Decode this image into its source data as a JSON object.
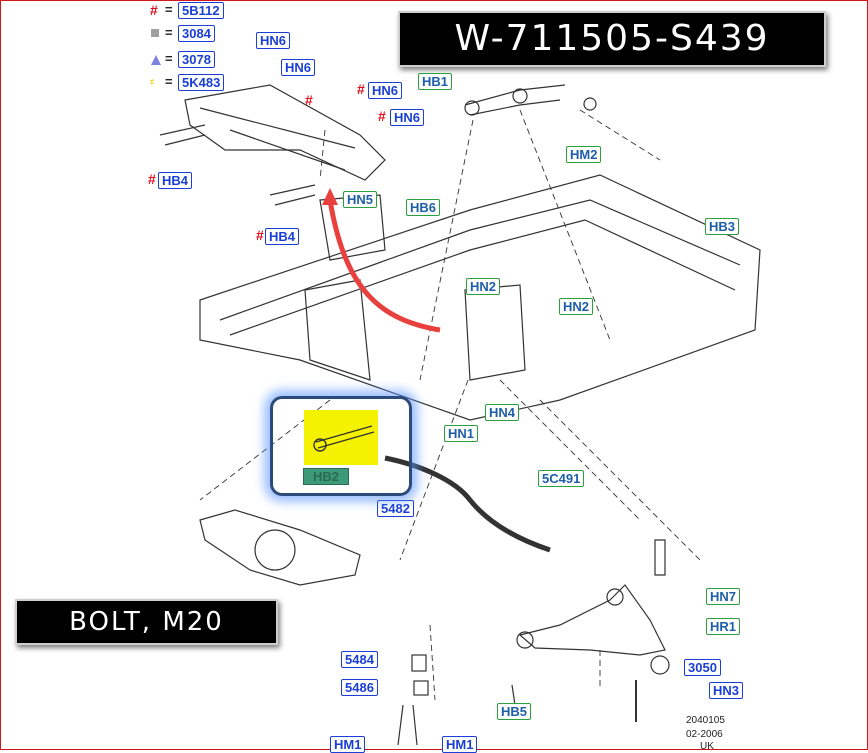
{
  "header": {
    "part_number": "W-711505-S439"
  },
  "description": {
    "label": "BOLT, M20"
  },
  "legend": [
    {
      "symbol": "#",
      "color": "#e01020",
      "code": "5B112"
    },
    {
      "symbol": "square",
      "color": "#a0a0a0",
      "code": "3084"
    },
    {
      "symbol": "triangle",
      "color": "#8080e0",
      "code": "3078"
    },
    {
      "symbol": "grease-mark",
      "color": "#f0d000",
      "code": "5K483"
    }
  ],
  "callouts": {
    "hn6_a": "HN6",
    "hn6_b": "HN6",
    "hn6_c": "HN6",
    "hn6_d": "HN6",
    "hb4_a": "HB4",
    "hb4_b": "HB4",
    "hb1": "HB1",
    "hm2": "HM2",
    "hn5": "HN5",
    "hb6": "HB6",
    "hb3": "HB3",
    "hn2_a": "HN2",
    "hn2_b": "HN2",
    "hn4": "HN4",
    "hn1": "HN1",
    "hb2": "HB2",
    "c5c491": "5C491",
    "c5482": "5482",
    "hn7": "HN7",
    "hr1": "HR1",
    "c5484": "5484",
    "c3050": "3050",
    "c5486": "5486",
    "hn3": "HN3",
    "hb5": "HB5",
    "hm1_a": "HM1",
    "hm1_b": "HM1"
  },
  "drawing_info": {
    "number": "2040105",
    "date": "02-2006",
    "region": "UK"
  },
  "colors": {
    "highlight": "#f5f200",
    "arrow": "#e8403c",
    "box_glow": "#5a96ff"
  }
}
